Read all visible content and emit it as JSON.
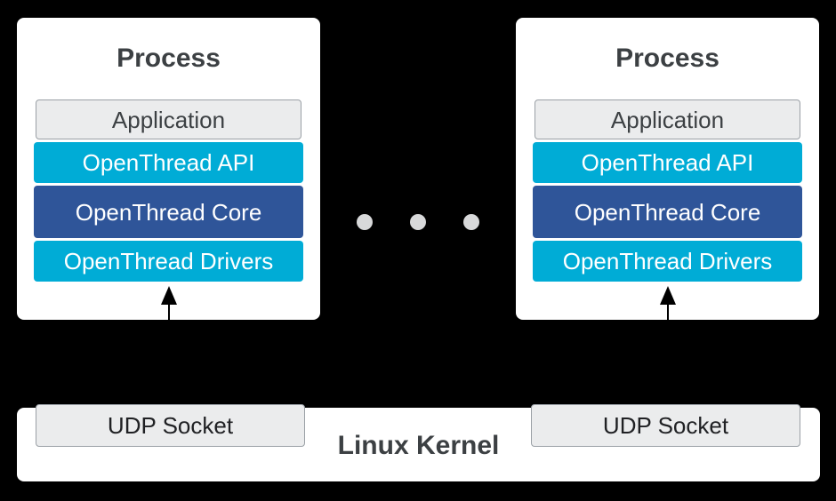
{
  "colors": {
    "background": "#000000",
    "card": "#ffffff",
    "cyan": "#00acd6",
    "blue": "#2f5599",
    "gray_box": "#ebeced",
    "gray_border": "#9aa0a6",
    "title_text": "#3c4043",
    "dark_text": "#202124",
    "light_text": "#ffffff",
    "dot": "#d8d9da",
    "arrow": "#000000"
  },
  "processes": [
    {
      "title": "Process",
      "layers": [
        {
          "label": "Application"
        },
        {
          "label": "OpenThread API"
        },
        {
          "label": "OpenThread Core"
        },
        {
          "label": "OpenThread Drivers"
        }
      ]
    },
    {
      "title": "Process",
      "layers": [
        {
          "label": "Application"
        },
        {
          "label": "OpenThread API"
        },
        {
          "label": "OpenThread Core"
        },
        {
          "label": "OpenThread Drivers"
        }
      ]
    }
  ],
  "ellipsis": {
    "dot_count": 3
  },
  "kernel": {
    "label": "Linux Kernel",
    "sockets": [
      {
        "label": "UDP Socket"
      },
      {
        "label": "UDP Socket"
      }
    ]
  }
}
